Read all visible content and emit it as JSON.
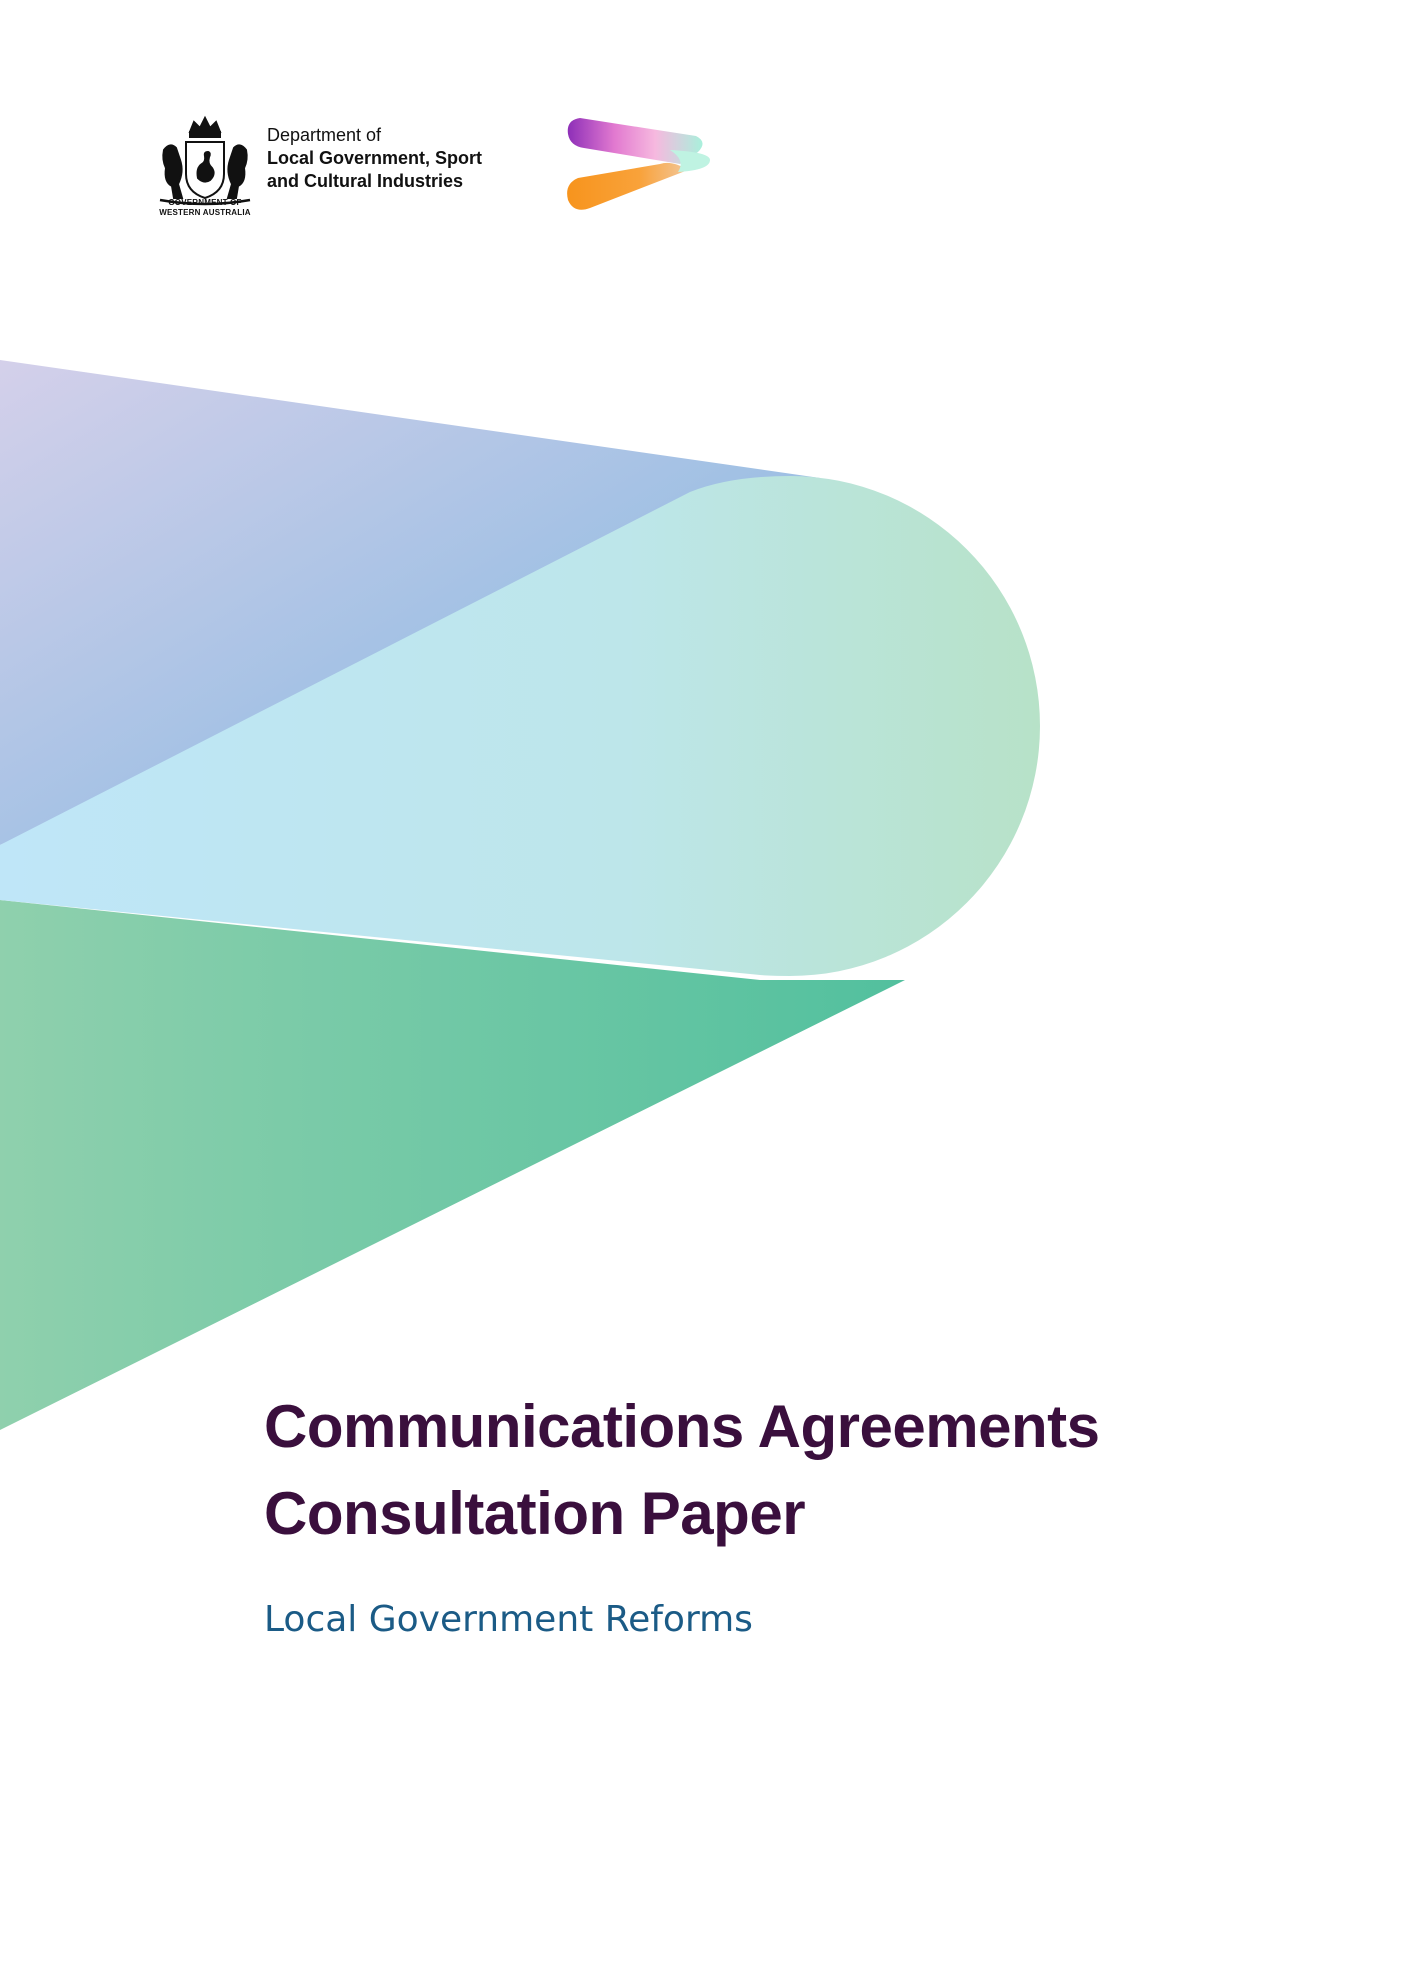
{
  "header": {
    "crest_caption_line1": "GOVERNMENT OF",
    "crest_caption_line2": "WESTERN AUSTRALIA",
    "department_line1": "Department of",
    "department_line2": "Local Government, Sport",
    "department_line3": "and Cultural Industries"
  },
  "cover": {
    "title_line1": "Communications Agreements",
    "title_line2": "Consultation Paper",
    "subtitle": "Local Government Reforms"
  },
  "colors": {
    "title": "#3a0f3d",
    "subtitle": "#1b5b86"
  }
}
